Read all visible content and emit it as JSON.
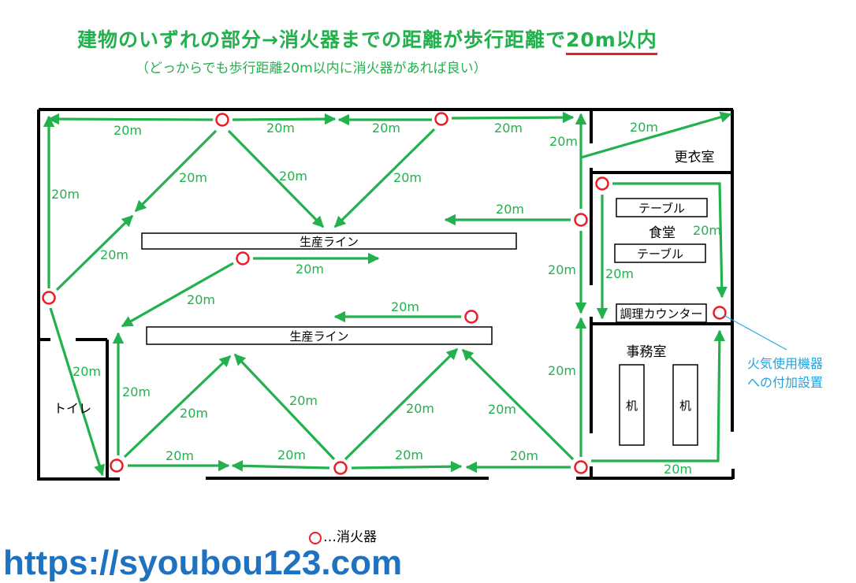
{
  "title": {
    "main": "建物のいずれの部分→消火器までの距離が歩行距離で",
    "emphasis": "20m以内"
  },
  "subtitle": "（どっからでも歩行距離20m以内に消火器があれば良い）",
  "rooms": {
    "changing_room": "更衣室",
    "cafeteria": "食堂",
    "office": "事務室",
    "toilet": "トイレ"
  },
  "objects": {
    "production_line_1": "生産ライン",
    "production_line_2": "生産ライン",
    "table_1": "テーブル",
    "table_2": "テーブル",
    "counter": "調理カウンター",
    "desk_1": "机",
    "desk_2": "机"
  },
  "distance_label": "20m",
  "annotation": {
    "line1": "火気使用機器",
    "line2": "への付加設置"
  },
  "legend": {
    "label": "…消火器"
  },
  "watermark": "https://syoubou123.com",
  "colors": {
    "arrow": "#22b14c",
    "extinguisher": "#ed1c24",
    "annotation": "#1fa3e0",
    "url": "#1f72c0"
  }
}
